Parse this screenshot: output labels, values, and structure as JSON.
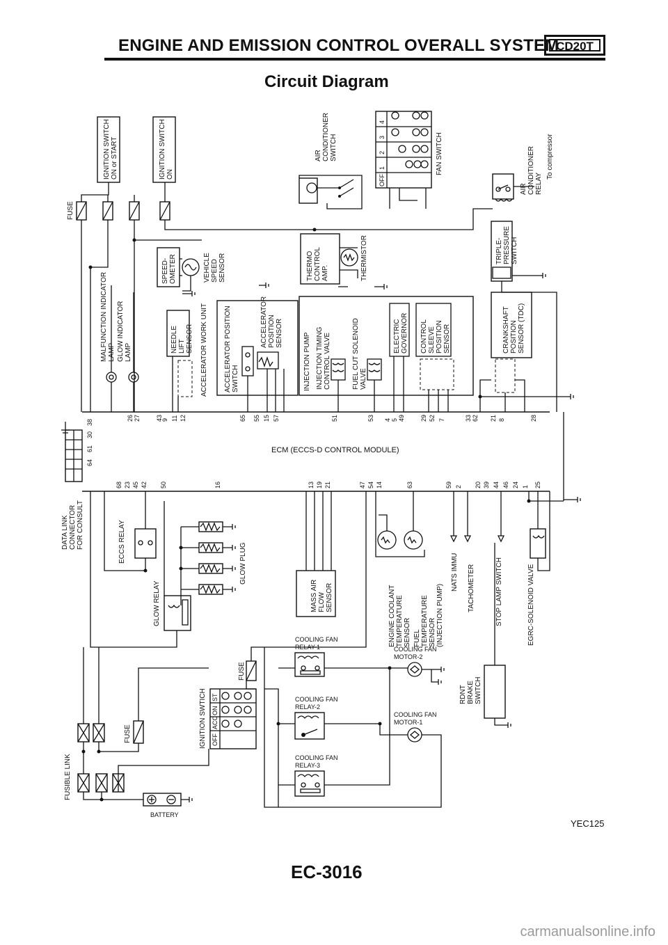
{
  "header": {
    "title": "ENGINE AND EMISSION CONTROL OVERALL SYSTEM",
    "code": "CD20T",
    "subtitle": "Circuit Diagram",
    "diagram_ref": "YEC125",
    "page_number": "EC-3016",
    "watermark": "carmanualsonline.info"
  },
  "components": {
    "ign_on_start": [
      "IGNITION SWITCH",
      "ON or START"
    ],
    "ign_on": [
      "IGNITION SWITCH",
      "ON"
    ],
    "ac_switch": [
      "AIR",
      "CONDITIONER",
      "SWITCH"
    ],
    "fan_switch": "FAN SWITCH",
    "ac_relay": [
      "AIR",
      "CONDITIONER",
      "RELAY"
    ],
    "to_compressor": "To compressor",
    "fuse": "FUSE",
    "speedometer": [
      "SPEED-",
      "OMETER"
    ],
    "vss": [
      "VEHICLE",
      "SPEED",
      "SENSOR"
    ],
    "thermo_amp": [
      "THERMO",
      "CONTROL",
      "AMP."
    ],
    "thermistor": "THERMISTOR",
    "triple_pressure": [
      "TRIPLE-",
      "PRESSURE",
      "SWITCH"
    ],
    "mil": [
      "MALFUNCTION INDICATOR",
      "LAMP"
    ],
    "glow_lamp": [
      "GLOW INDICATOR",
      "LAMP"
    ],
    "needle_lift": [
      "NEEDLE",
      "LIFT",
      "SENSOR"
    ],
    "accel_work_unit": "ACCELERATOR WORK UNIT",
    "accel_pos_switch": [
      "ACCELERATOR POSITION",
      "SWITCH"
    ],
    "accel_pos_sensor": [
      "ACCELERATOR",
      "POSITION",
      "SENSOR"
    ],
    "injection_pump": "INJECTION PUMP",
    "timing_valve": [
      "INJECTION TIMING",
      "CONTROL VALVE"
    ],
    "fuel_cut": [
      "FUEL CUT SOLENOID",
      "VALVE"
    ],
    "governor": [
      "ELECTRIC",
      "GOVERNOR"
    ],
    "sleeve_sensor": [
      "CONTROL",
      "SLEEVE",
      "POSITION",
      "SENSOR"
    ],
    "crank_sensor": [
      "CRANKSHAFT",
      "POSITION",
      "SENSOR (TDC)"
    ],
    "ecm": "ECM (ECCS-D CONTROL MODULE)",
    "data_link": [
      "DATA LINK",
      "CONNECTOR",
      "FOR CONSULT"
    ],
    "eccs_relay": "ECCS RELAY",
    "glow_plug": "GLOW PLUG",
    "glow_relay": "GLOW RELAY",
    "maf": [
      "MASS AIR",
      "FLOW",
      "SENSOR"
    ],
    "coolant_temp": [
      "ENGINE COOLANT",
      "TEMPERATURE",
      "SENSOR"
    ],
    "fuel_temp": [
      "FUEL",
      "TEMPERATURE",
      "SENSOR",
      "(INJECTION PUMP)"
    ],
    "nats": "NATS IMMU",
    "tacho": "TACHOMETER",
    "stop_lamp": "STOP LAMP SWITCH",
    "egrc": "EGRC-SOLENOID VALVE",
    "fan_relay_1": [
      "COOLING FAN",
      "RELAY-1"
    ],
    "fan_relay_2": [
      "COOLING FAN",
      "RELAY-2"
    ],
    "fan_relay_3": [
      "COOLING FAN",
      "RELAY-3"
    ],
    "fan_motor_2": [
      "COOLING FAN",
      "MOTOR-2"
    ],
    "fan_motor_1": [
      "COOLING FAN",
      "MOTOR-1"
    ],
    "rdnt_brake": [
      "RDNT",
      "BRAKE",
      "SWITCH"
    ],
    "ign_switch_table": "IGNITION SWTICH",
    "fusible_link": "FUSIBLE LINK",
    "battery": "BATTERY"
  },
  "fan_switch_table": [
    "OFF",
    "1",
    "2",
    "3",
    "4"
  ],
  "ign_switch_positions": [
    "OFF",
    "ACC",
    "ON",
    "ST"
  ],
  "ecm_pins_top": [
    "26",
    "27",
    "43",
    "9",
    "11",
    "12",
    "65",
    "55",
    "15",
    "57",
    "51",
    "53",
    "4",
    "5",
    "49",
    "29",
    "52",
    "7",
    "33",
    "62",
    "21",
    "8",
    "28"
  ],
  "ecm_pins_bottom": [
    "68",
    "23",
    "45",
    "42",
    "50",
    "16",
    "13",
    "19",
    "21",
    "47",
    "54",
    "14",
    "63",
    "59",
    "2",
    "20",
    "39",
    "44",
    "46",
    "24",
    "1",
    "25"
  ],
  "ecm_pins_left": [
    "38",
    "30",
    "61",
    "64"
  ]
}
